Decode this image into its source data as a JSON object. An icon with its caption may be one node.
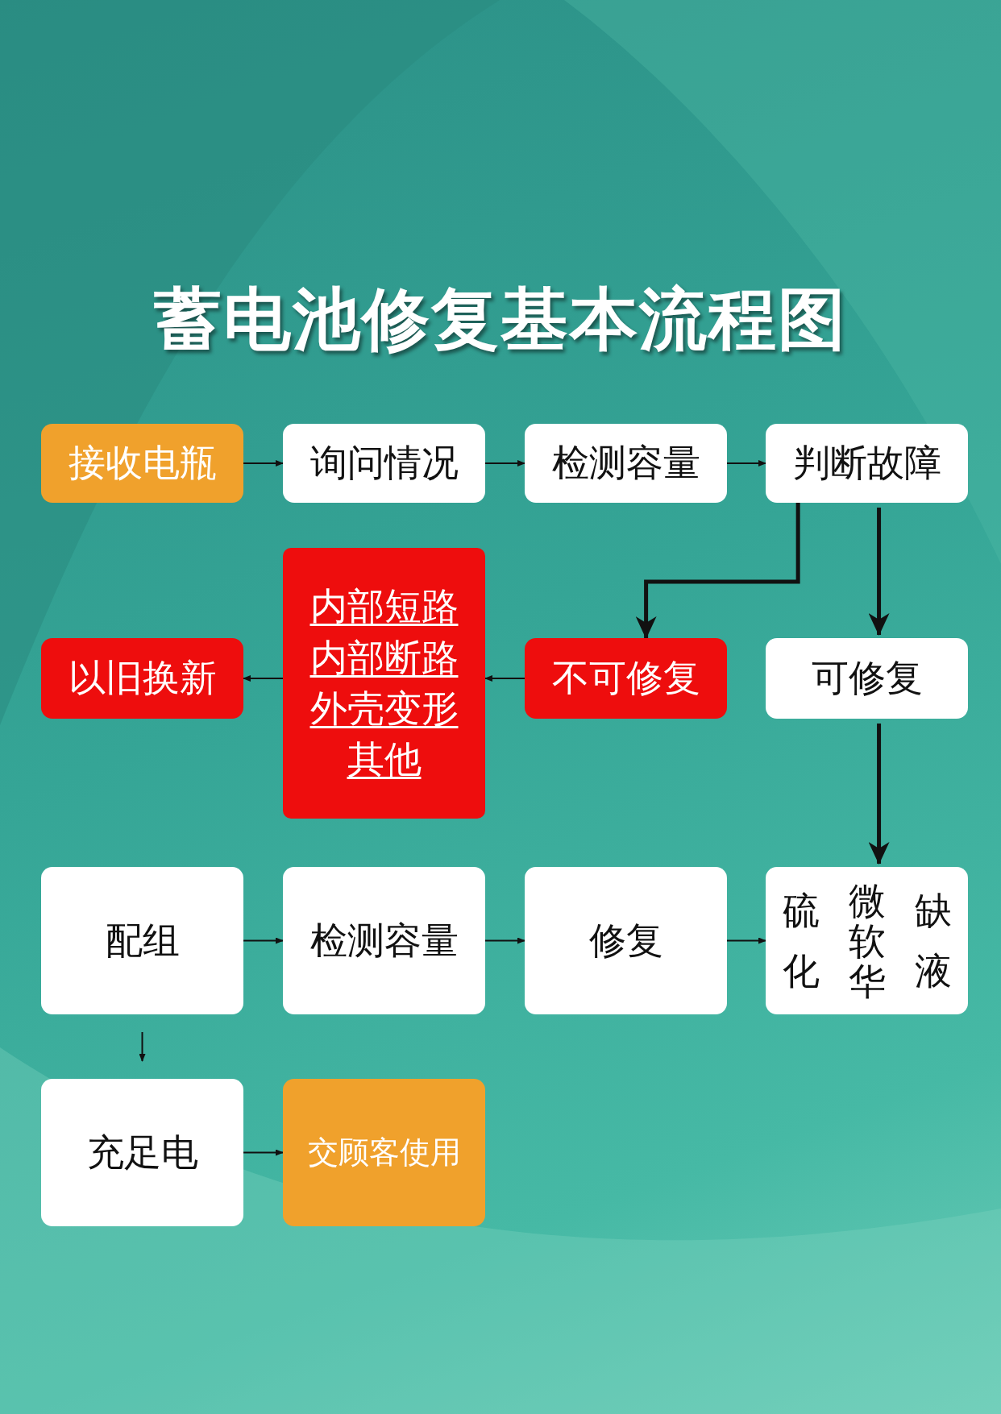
{
  "diagram": {
    "title": "蓄电池修复基本流程图",
    "nodes": [
      {
        "text": [
          "接收电瓶"
        ]
      },
      {
        "text": [
          "询问情况"
        ]
      },
      {
        "text": [
          "检测容量"
        ]
      },
      {
        "text": [
          "判断故障"
        ]
      },
      {
        "text": [
          "以旧换新"
        ]
      },
      {
        "text": [
          "内部短路",
          "内部断路",
          "外壳变形",
          "其他"
        ]
      },
      {
        "text": [
          "不可修复"
        ]
      },
      {
        "text": [
          "可修复"
        ]
      },
      {
        "text": [
          "配组"
        ]
      },
      {
        "text": [
          "检测容量"
        ]
      },
      {
        "text": [
          "修复"
        ]
      },
      {
        "text": [
          "硫化",
          "微软华",
          "缺液"
        ]
      },
      {
        "text": [
          "充足电"
        ]
      },
      {
        "text": [
          "交顾客使用"
        ]
      }
    ],
    "edges": [
      {
        "from": 0,
        "to": 1,
        "arrow": "to"
      },
      {
        "from": 1,
        "to": 2,
        "arrow": "to"
      },
      {
        "from": 2,
        "to": 3,
        "arrow": "to"
      },
      {
        "from": 3,
        "to": 6,
        "arrow": "to",
        "style": "thick"
      },
      {
        "from": 3,
        "to": 7,
        "arrow": "to",
        "style": "thick"
      },
      {
        "from": 6,
        "to": 5,
        "arrow": "to"
      },
      {
        "from": 5,
        "to": 4,
        "arrow": "to"
      },
      {
        "from": 7,
        "to": 11,
        "arrow": "to",
        "style": "thick"
      },
      {
        "from": 8,
        "to": 9,
        "arrow": "to"
      },
      {
        "from": 9,
        "to": 10,
        "arrow": "to"
      },
      {
        "from": 10,
        "to": 11,
        "arrow": "to"
      },
      {
        "from": 8,
        "to": 12,
        "arrow": "to"
      },
      {
        "from": 12,
        "to": 13,
        "arrow": "to"
      }
    ]
  }
}
